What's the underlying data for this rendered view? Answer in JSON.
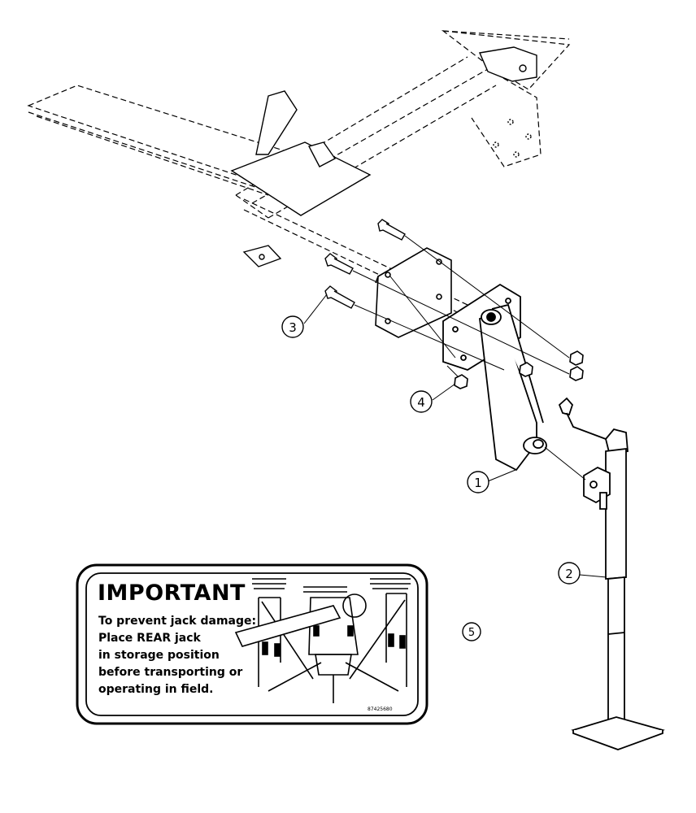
{
  "callouts": {
    "c1": "1",
    "c2": "2",
    "c3": "3",
    "c4": "4",
    "c5": "5"
  },
  "decal": {
    "title": "IMPORTANT",
    "lines": [
      "To prevent jack damage:",
      "Place REAR jack",
      "in storage position",
      "before transporting or",
      "operating in field."
    ],
    "part_code": "87425680"
  }
}
